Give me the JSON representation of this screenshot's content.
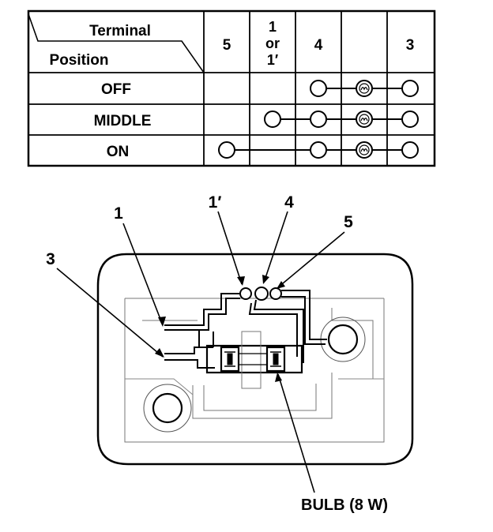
{
  "table": {
    "corner_top": "Terminal",
    "corner_bottom": "Position",
    "columns": [
      "5",
      "1\nor\n1′",
      "4",
      "",
      "3"
    ],
    "rows": [
      {
        "label": "OFF",
        "filled": [
          false,
          false,
          true,
          "bulb",
          true
        ]
      },
      {
        "label": "MIDDLE",
        "filled": [
          false,
          true,
          true,
          "bulb",
          true
        ]
      },
      {
        "label": "ON",
        "filled": [
          true,
          false,
          true,
          "bulb",
          true
        ]
      }
    ]
  },
  "diagram": {
    "callouts": {
      "t1": "1",
      "t1p": "1′",
      "t4": "4",
      "t5": "5",
      "t3": "3",
      "bulb": "BULB (8 W)"
    }
  }
}
